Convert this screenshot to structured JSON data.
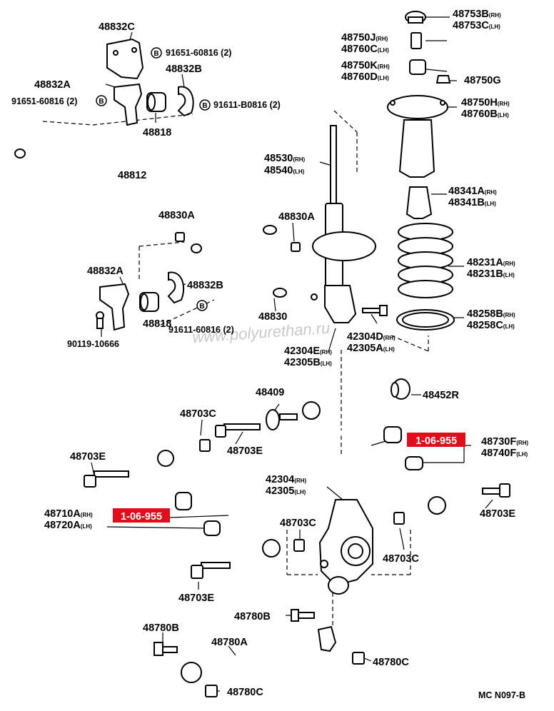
{
  "labels": {
    "l48832C": "48832C",
    "l48832A_top": "48832A",
    "l48832B_top": "48832B",
    "l48818_top": "48818",
    "l91651_top": "91651-60816",
    "l91651_top_qty": "(2)",
    "l91651_left": "91651-60816",
    "l91651_left_qty": "(2)",
    "l91611": "91611-B0816",
    "l91611_qty": "(2)",
    "l48812": "48812",
    "l48830A_left": "48830A",
    "l48830A_right": "48830A",
    "l48832A_mid": "48832A",
    "l48832B_mid": "48832B",
    "l48818_mid": "48818",
    "l91611_mid": "91611-60816",
    "l91611_mid_qty": "(2)",
    "l90119": "90119-10666",
    "l48830": "48830",
    "l48530": "48530",
    "l48540": "48540",
    "l48753B": "48753B",
    "l48753C": "48753C",
    "l48750J": "48750J",
    "l48760C": "48760C",
    "l48750K": "48750K",
    "l48760D": "48760D",
    "l48750G": "48750G",
    "l48750H": "48750H",
    "l48760B": "48760B",
    "l48341A": "48341A",
    "l48341B": "48341B",
    "l48231A": "48231A",
    "l48231B": "48231B",
    "l48258B": "48258B",
    "l48258C": "48258C",
    "l42304D": "42304D",
    "l42305A": "42305A",
    "l42304E": "42304E",
    "l42305B": "42305B",
    "l48409": "48409",
    "l48452R": "48452R",
    "l48703C_a": "48703C",
    "l48703E_a": "48703E",
    "l48703E_b": "48703E",
    "l48730F": "48730F",
    "l48740F": "48740F",
    "l48710A": "48710A",
    "l48720A": "48720A",
    "l42304": "42304",
    "l42305": "42305",
    "l48703C_b": "48703C",
    "l48703C_c": "48703C",
    "l48703E_c": "48703E",
    "l48703E_d": "48703E",
    "l48780B_a": "48780B",
    "l48780B_b": "48780B",
    "l48780A": "48780A",
    "l48780C_a": "48780C",
    "l48780C_b": "48780C",
    "footer": "MC N097-B"
  },
  "suffix": {
    "rh": "(RH)",
    "lh": "(LH)"
  },
  "bolt_marker": "B",
  "highlights": {
    "upper": "1-06-955",
    "lower": "1-06-955"
  },
  "watermark": "www.polyurethan.ru",
  "colors": {
    "highlight": "#e10d1b",
    "ink": "#000000"
  }
}
